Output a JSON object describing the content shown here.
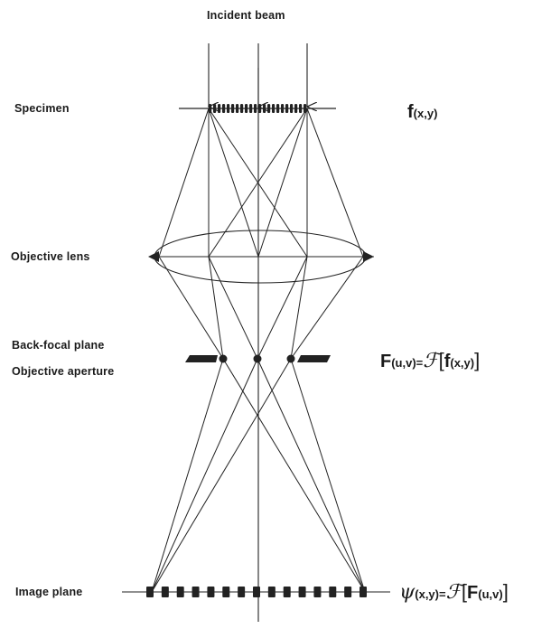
{
  "labels": {
    "incident_beam": "Incident beam",
    "specimen": "Specimen",
    "objective_lens": "Objective lens",
    "back_focal_plane": "Back-focal plane",
    "objective_aperture": "Objective aperture",
    "image_plane": "Image plane"
  },
  "equations": {
    "specimen_f": "f",
    "specimen_args": "(x,y)",
    "bfp_F": "F",
    "bfp_F_args": "(u,v)",
    "bfp_eq": "=",
    "bfp_script": "ℱ",
    "bfp_open": "[",
    "bfp_inner_f": "f",
    "bfp_inner_args": "(x,y)",
    "bfp_close": "]",
    "image_psi": "ψ",
    "image_psi_args": "(x,y)",
    "image_eq": "=",
    "image_script": "ℱ",
    "image_open": "[",
    "image_inner_F": "F",
    "image_inner_args": "(u,v)",
    "image_close": "]"
  }
}
